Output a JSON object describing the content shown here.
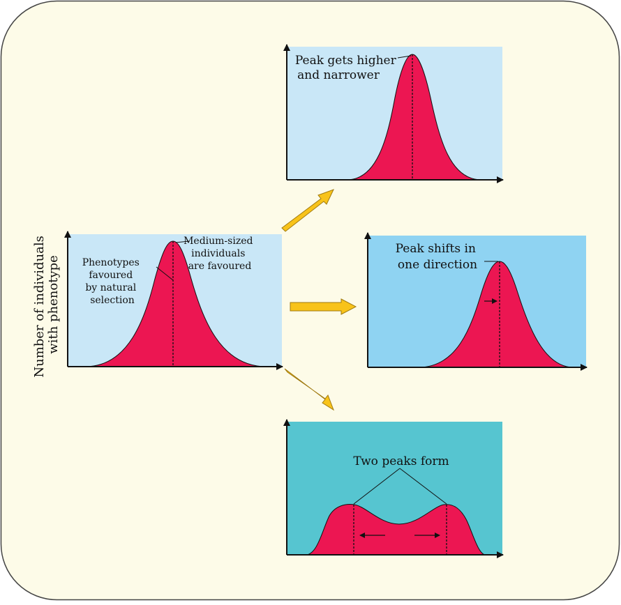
{
  "colors": {
    "frame_bg": "#fdfbe8",
    "frame_border": "#444444",
    "light_blue": "#c9e7f7",
    "medium_blue": "#8fd3f2",
    "teal": "#56c5d0",
    "curve_fill": "#ec1652",
    "arrow_fill": "#f8c31a",
    "arrow_stroke": "#a07a10"
  },
  "y_axis_label_line1": "Number of individuals",
  "y_axis_label_line2": "with phenotype",
  "original": {
    "label_left": [
      "Phenotypes",
      "favoured",
      "by natural",
      "selection"
    ],
    "label_right": [
      "Medium-sized",
      "individuals",
      "are favoured"
    ]
  },
  "stabilizing": {
    "label": [
      "Peak gets higher",
      "and narrower"
    ]
  },
  "directional": {
    "label": [
      "Peak shifts in",
      "one direction"
    ]
  },
  "disruptive": {
    "label": "Two peaks form"
  }
}
